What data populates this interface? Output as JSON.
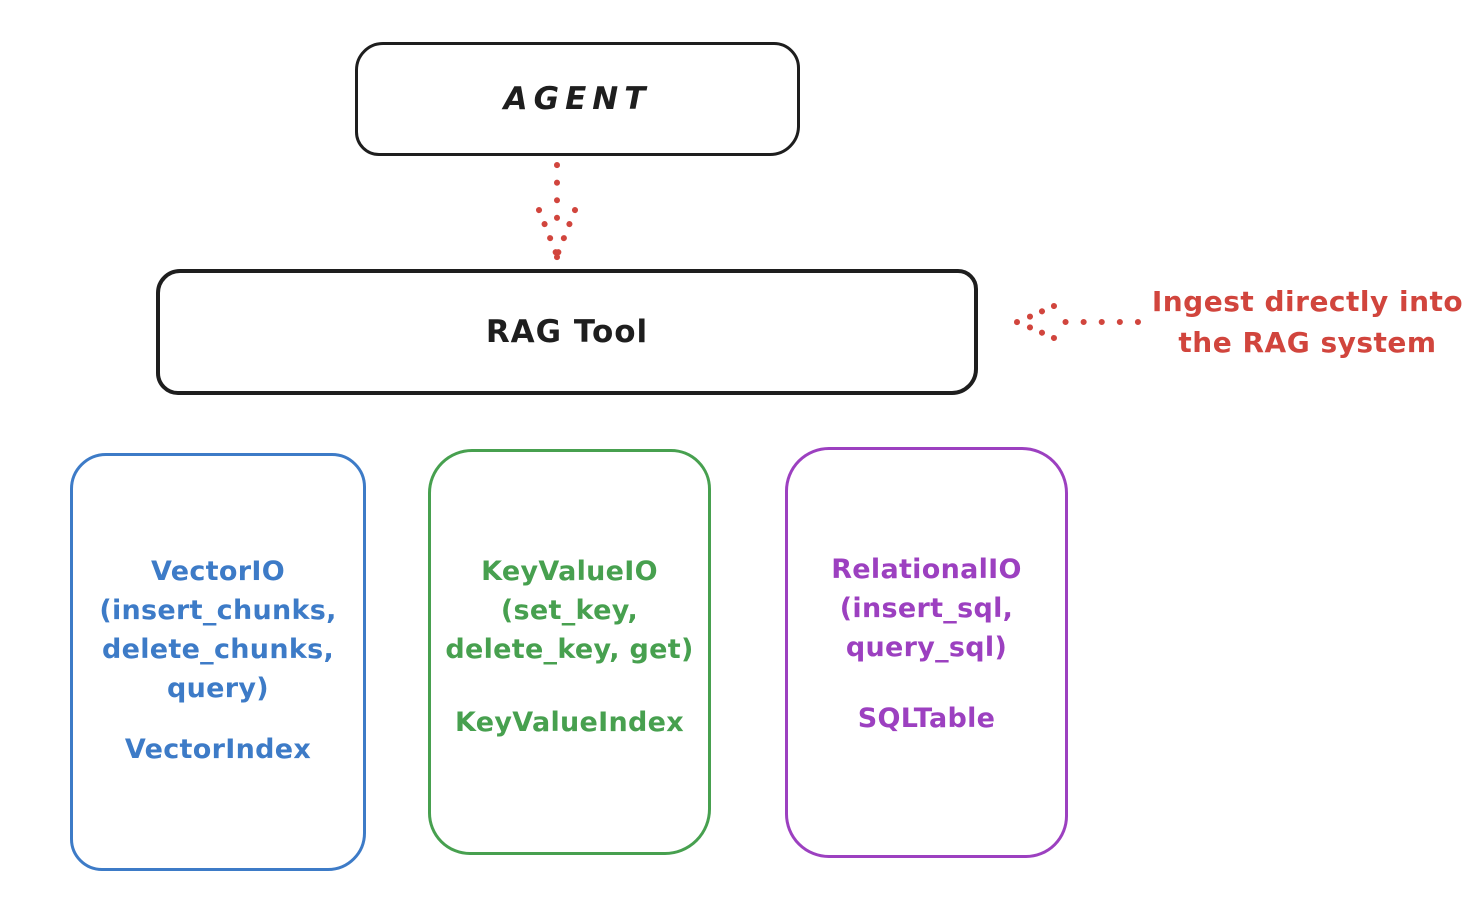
{
  "agent": {
    "label": "AGENT"
  },
  "rag_tool": {
    "label": "RAG Tool"
  },
  "annotation": {
    "line1": "Ingest directly into",
    "line2": "the RAG system"
  },
  "boxes": {
    "vector": {
      "title": "VectorIO",
      "params": [
        "(insert_chunks,",
        "delete_chunks,",
        "query)"
      ],
      "index_class": "VectorIndex"
    },
    "keyvalue": {
      "title": "KeyValueIO",
      "params": [
        "(set_key,",
        "delete_key, get)"
      ],
      "index_class": "KeyValueIndex"
    },
    "relational": {
      "title": "RelationalIO",
      "params": [
        "(insert_sql,",
        "query_sql)"
      ],
      "index_class": "SQLTable"
    }
  },
  "colors": {
    "stroke": "#1e1e1e",
    "red": "#d1453d",
    "blue": "#3d7bc7",
    "green": "#47a04f",
    "purple": "#9c40c0",
    "background": "#ffffff"
  }
}
